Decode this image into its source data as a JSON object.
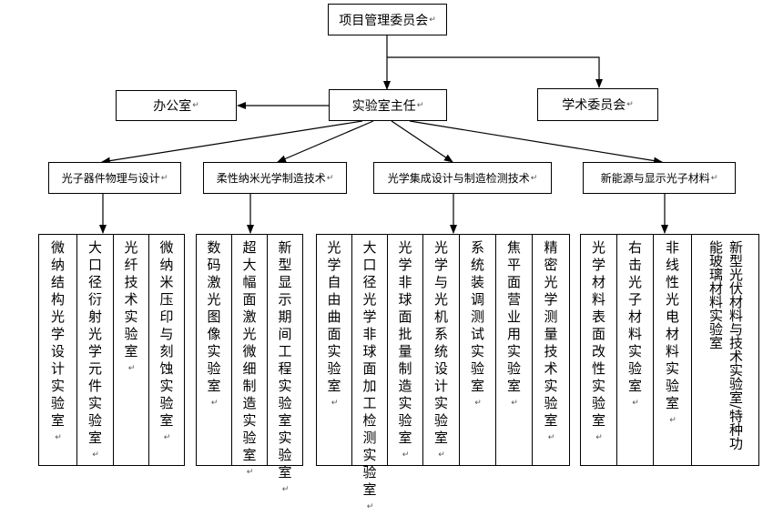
{
  "top": {
    "label": "项目管理委员会"
  },
  "director": {
    "label": "实验室主任"
  },
  "office": {
    "label": "办公室"
  },
  "academic": {
    "label": "学术委员会"
  },
  "return_mark": "↵",
  "divisions": [
    {
      "label": "光子器件物理与设计",
      "labs": [
        "微纳结构光学设计实验室",
        "大口径衍射光学元件实验室",
        "光纤技术实验室",
        "微纳米压印与刻蚀实验室"
      ]
    },
    {
      "label": "柔性纳米光学制造技术",
      "labs": [
        "数码激光图像实验室",
        "超大幅面激光微细制造实验室",
        "新型显示期间工程实验室实验室"
      ]
    },
    {
      "label": "光学集成设计与制造检测技术",
      "labs": [
        "光学自由曲面实验室",
        "大口径光学非球面加工检测实验室",
        "光学非球面批量制造实验室",
        "光学与光机系统设计实验室",
        "系统装调测试实验室",
        "焦平面营业用实验室",
        "精密光学测量技术实验室"
      ]
    },
    {
      "label": "新能源与显示光子材料",
      "labs": [
        "光学材料表面改性实验室",
        "右击光子材料实验室",
        "非线性光电材料实验室",
        "新型光伏材料与技术实验室/特种功能玻璃材料实验室"
      ]
    }
  ]
}
